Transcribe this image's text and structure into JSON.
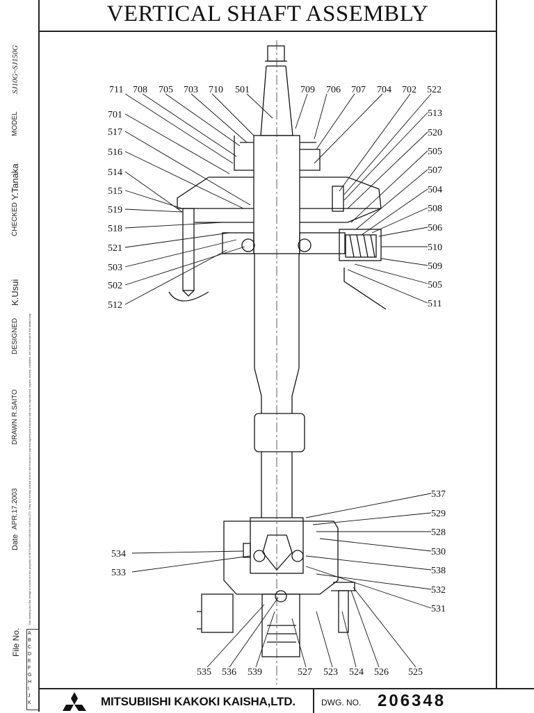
{
  "title": "VERTICAL SHAFT ASSEMBLY",
  "title_block": {
    "model_label": "MODEL",
    "model_value": "SJ10G~SJ150G",
    "checked_label": "CHECKED",
    "checked_value": "Y.Tanaka",
    "designed_label": "DESIGNED",
    "designed_value": "K.Usui",
    "drawn_label": "DRAWN",
    "drawn_value": "R.SAITO",
    "date_label": "Date",
    "date_value": "APR.17.2003",
    "file_label": "File No.",
    "notice": "This drawing and the design it covers are the property of MITSUBISHI KAKOKI KAISHA,LTD. They are merely loaned and on the borrower's express agreement that they will not be reproduced, copied, loaned, exhibited, nor used except in the limited way"
  },
  "revision_letters": [
    "A",
    "B",
    "C",
    "D",
    "E",
    "F",
    "G",
    "H",
    "I",
    "J",
    "K"
  ],
  "footer": {
    "company": "MITSUBIISHI KAKOKI KAISHA,LTD.",
    "dwg_label": "DWG. NO.",
    "dwg_no": "206348"
  },
  "labels": {
    "top": [
      "711",
      "708",
      "705",
      "703",
      "710",
      "501",
      "709",
      "706",
      "707",
      "704",
      "702",
      "522"
    ],
    "right_upper": [
      "513",
      "520",
      "505",
      "507",
      "504",
      "508",
      "506",
      "510",
      "509",
      "505",
      "511"
    ],
    "left_upper": [
      "701",
      "517",
      "516",
      "514",
      "515",
      "519",
      "518",
      "521",
      "503",
      "502",
      "512"
    ],
    "right_lower": [
      "537",
      "529",
      "528",
      "530",
      "538",
      "532",
      "531"
    ],
    "left_lower": [
      "534",
      "533"
    ],
    "bottom": [
      "535",
      "536",
      "539",
      "527",
      "523",
      "524",
      "526",
      "525"
    ]
  }
}
